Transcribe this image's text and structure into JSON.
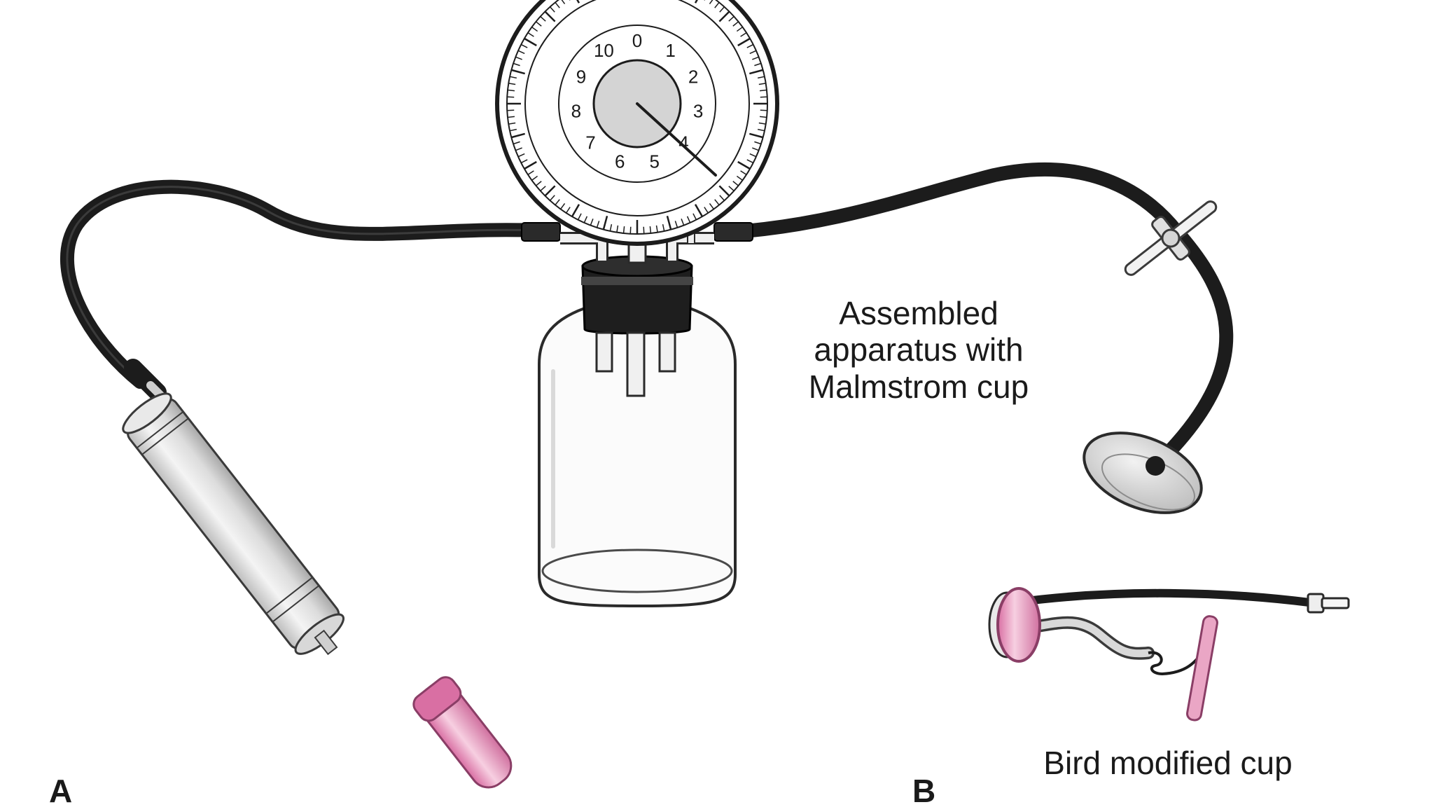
{
  "labels": {
    "assembled_line1": "Assembled",
    "assembled_line2": "apparatus with",
    "assembled_line3": "Malmstrom cup",
    "bird_cup": "Bird modified cup",
    "panel_a": "A",
    "panel_b": "B"
  },
  "gauge": {
    "numbers": [
      "0",
      "1",
      "2",
      "3",
      "4",
      "5",
      "6",
      "7",
      "8",
      "9",
      "10"
    ]
  },
  "colors": {
    "tube": "#1c1c1c",
    "pink": "#e9a3c2",
    "pink_dark": "#c65d92",
    "metal": "#e6e6e6",
    "glass_outline": "#3a3a3a"
  }
}
